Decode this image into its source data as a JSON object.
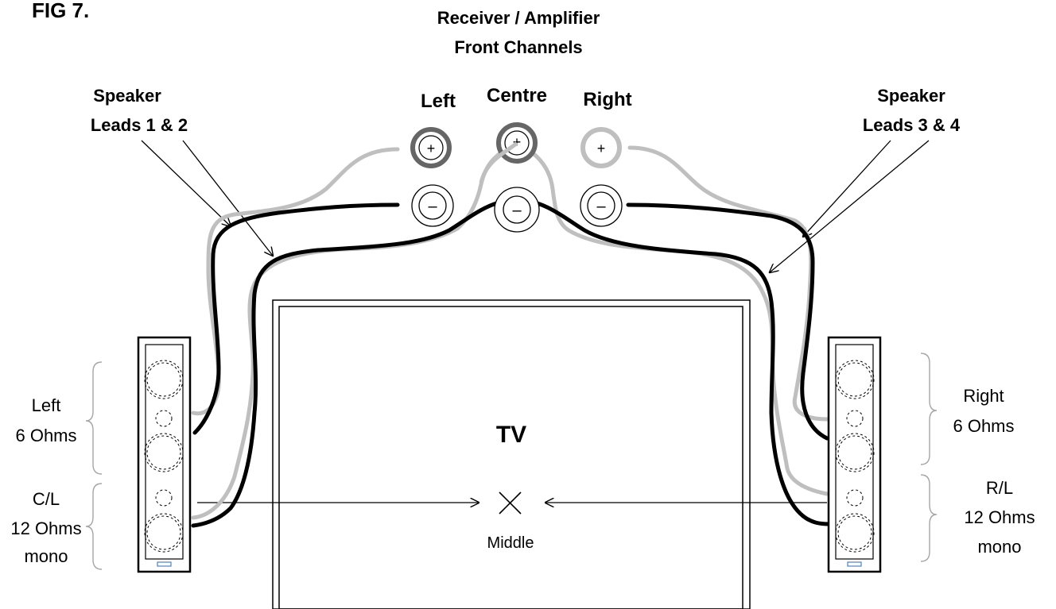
{
  "figure_label": "FIG 7.",
  "receiver": {
    "line1": "Receiver / Amplifier",
    "line2": "Front Channels"
  },
  "channels": {
    "left": "Left",
    "centre": "Centre",
    "right": "Right"
  },
  "terminals": {
    "plus": "+",
    "minus": "–"
  },
  "leads_left": {
    "line1": "Speaker",
    "line2": "Leads 1 & 2"
  },
  "leads_right": {
    "line1": "Speaker",
    "line2": "Leads 3 & 4"
  },
  "tv_label": "TV",
  "middle_label": "Middle",
  "left_top": {
    "line1": "Left",
    "line2": "6 Ohms"
  },
  "left_bottom": {
    "line1": "C/L",
    "line2": "12 Ohms",
    "line3": "mono"
  },
  "right_top": {
    "line1": "Right",
    "line2": "6 Ohms"
  },
  "right_bottom": {
    "line1": "R/L",
    "line2": "12 Ohms",
    "line3": "mono"
  },
  "colors": {
    "positive_wire": "#bfbfbf",
    "negative_wire": "#000000",
    "stroke": "#000000",
    "bracket": "#a6a6a6"
  }
}
